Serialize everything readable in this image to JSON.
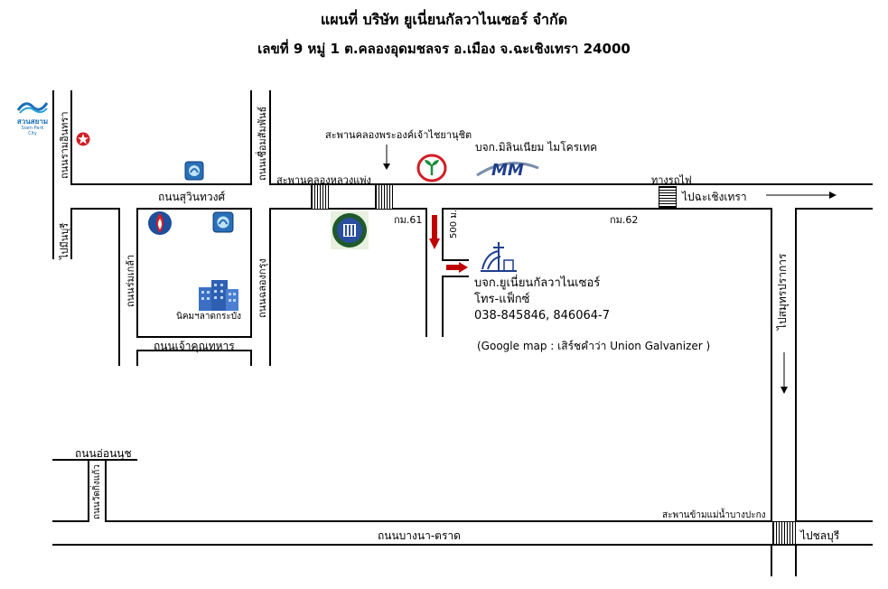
{
  "header": {
    "title": "แผนที่ บริษัท ยูเนี่ยนกัลวาไนเซอร์ จำกัด",
    "address": "เลขที่ 9 หมู่ 1 ต.คลองอุดมชลจร อ.เมือง จ.ฉะเชิงเทรา 24000"
  },
  "roads": {
    "ramintra": "ถนนรามอินทรา",
    "suwinthawong": "ถนนสุวินทวงศ์",
    "chueam_samphan": "ถนนเชื่อมสัมพันธ์",
    "to_minburi": "ไปมีนบุรี",
    "romklao": "ถนนร่มเกล้า",
    "chalong_krung": "ถนนฉลองกรุง",
    "chao_khun_thahan": "ถนนเจ้าคุณทหาร",
    "on_nut": "ถนนอ่อนนุช",
    "wat_king_kaeo": "ถนนวัดกิ่งแก้ว",
    "bangna_trad": "ถนนบางนา-ตราด",
    "to_samut_prakan": "ไปสมุทรปราการ",
    "to_chachoengsao": "ไปฉะเชิงเทรา",
    "to_chonburi": "ไปชลบุรี"
  },
  "landmarks": {
    "bridge_khlong_prawet": "สะพานคลองพระองค์เจ้าไชยานุชิต",
    "bridge_khlong_luang_phaeng": "สะพานคลองหลวงแพ่ง",
    "mm_company": "บจก.มิลินเนียม ไมโครเทค",
    "railway": "ทางรถไฟ",
    "km61": "กม.61",
    "km62": "กม.62",
    "distance_500m": "500 ม.",
    "lat_krabang_estate": "นิคมฯลาดกระบัง",
    "bridge_bang_pakong": "สะพานข้ามแม่น้ำบางปะกง",
    "siam_park_top": "สวนสยาม",
    "siam_park_bottom": "Siam Park City",
    "mm_logo_text": "MM"
  },
  "company": {
    "name": "บจก.ยูเนี่ยนกัลวาไนเซอร์",
    "contact": "โทร-แฟ็กซ์",
    "phone": "038-845846, 846064-7",
    "google_hint": "(Google map : เสิร์ชคำว่า  Union Galvanizer  )"
  },
  "colors": {
    "road": "#000000",
    "arrow_red": "#c00000",
    "ptt_blue": "#1f4e9c",
    "ptt_red": "#d21f26",
    "kbank_green": "#1a8f3c",
    "building_blue": "#3a6fc4"
  }
}
